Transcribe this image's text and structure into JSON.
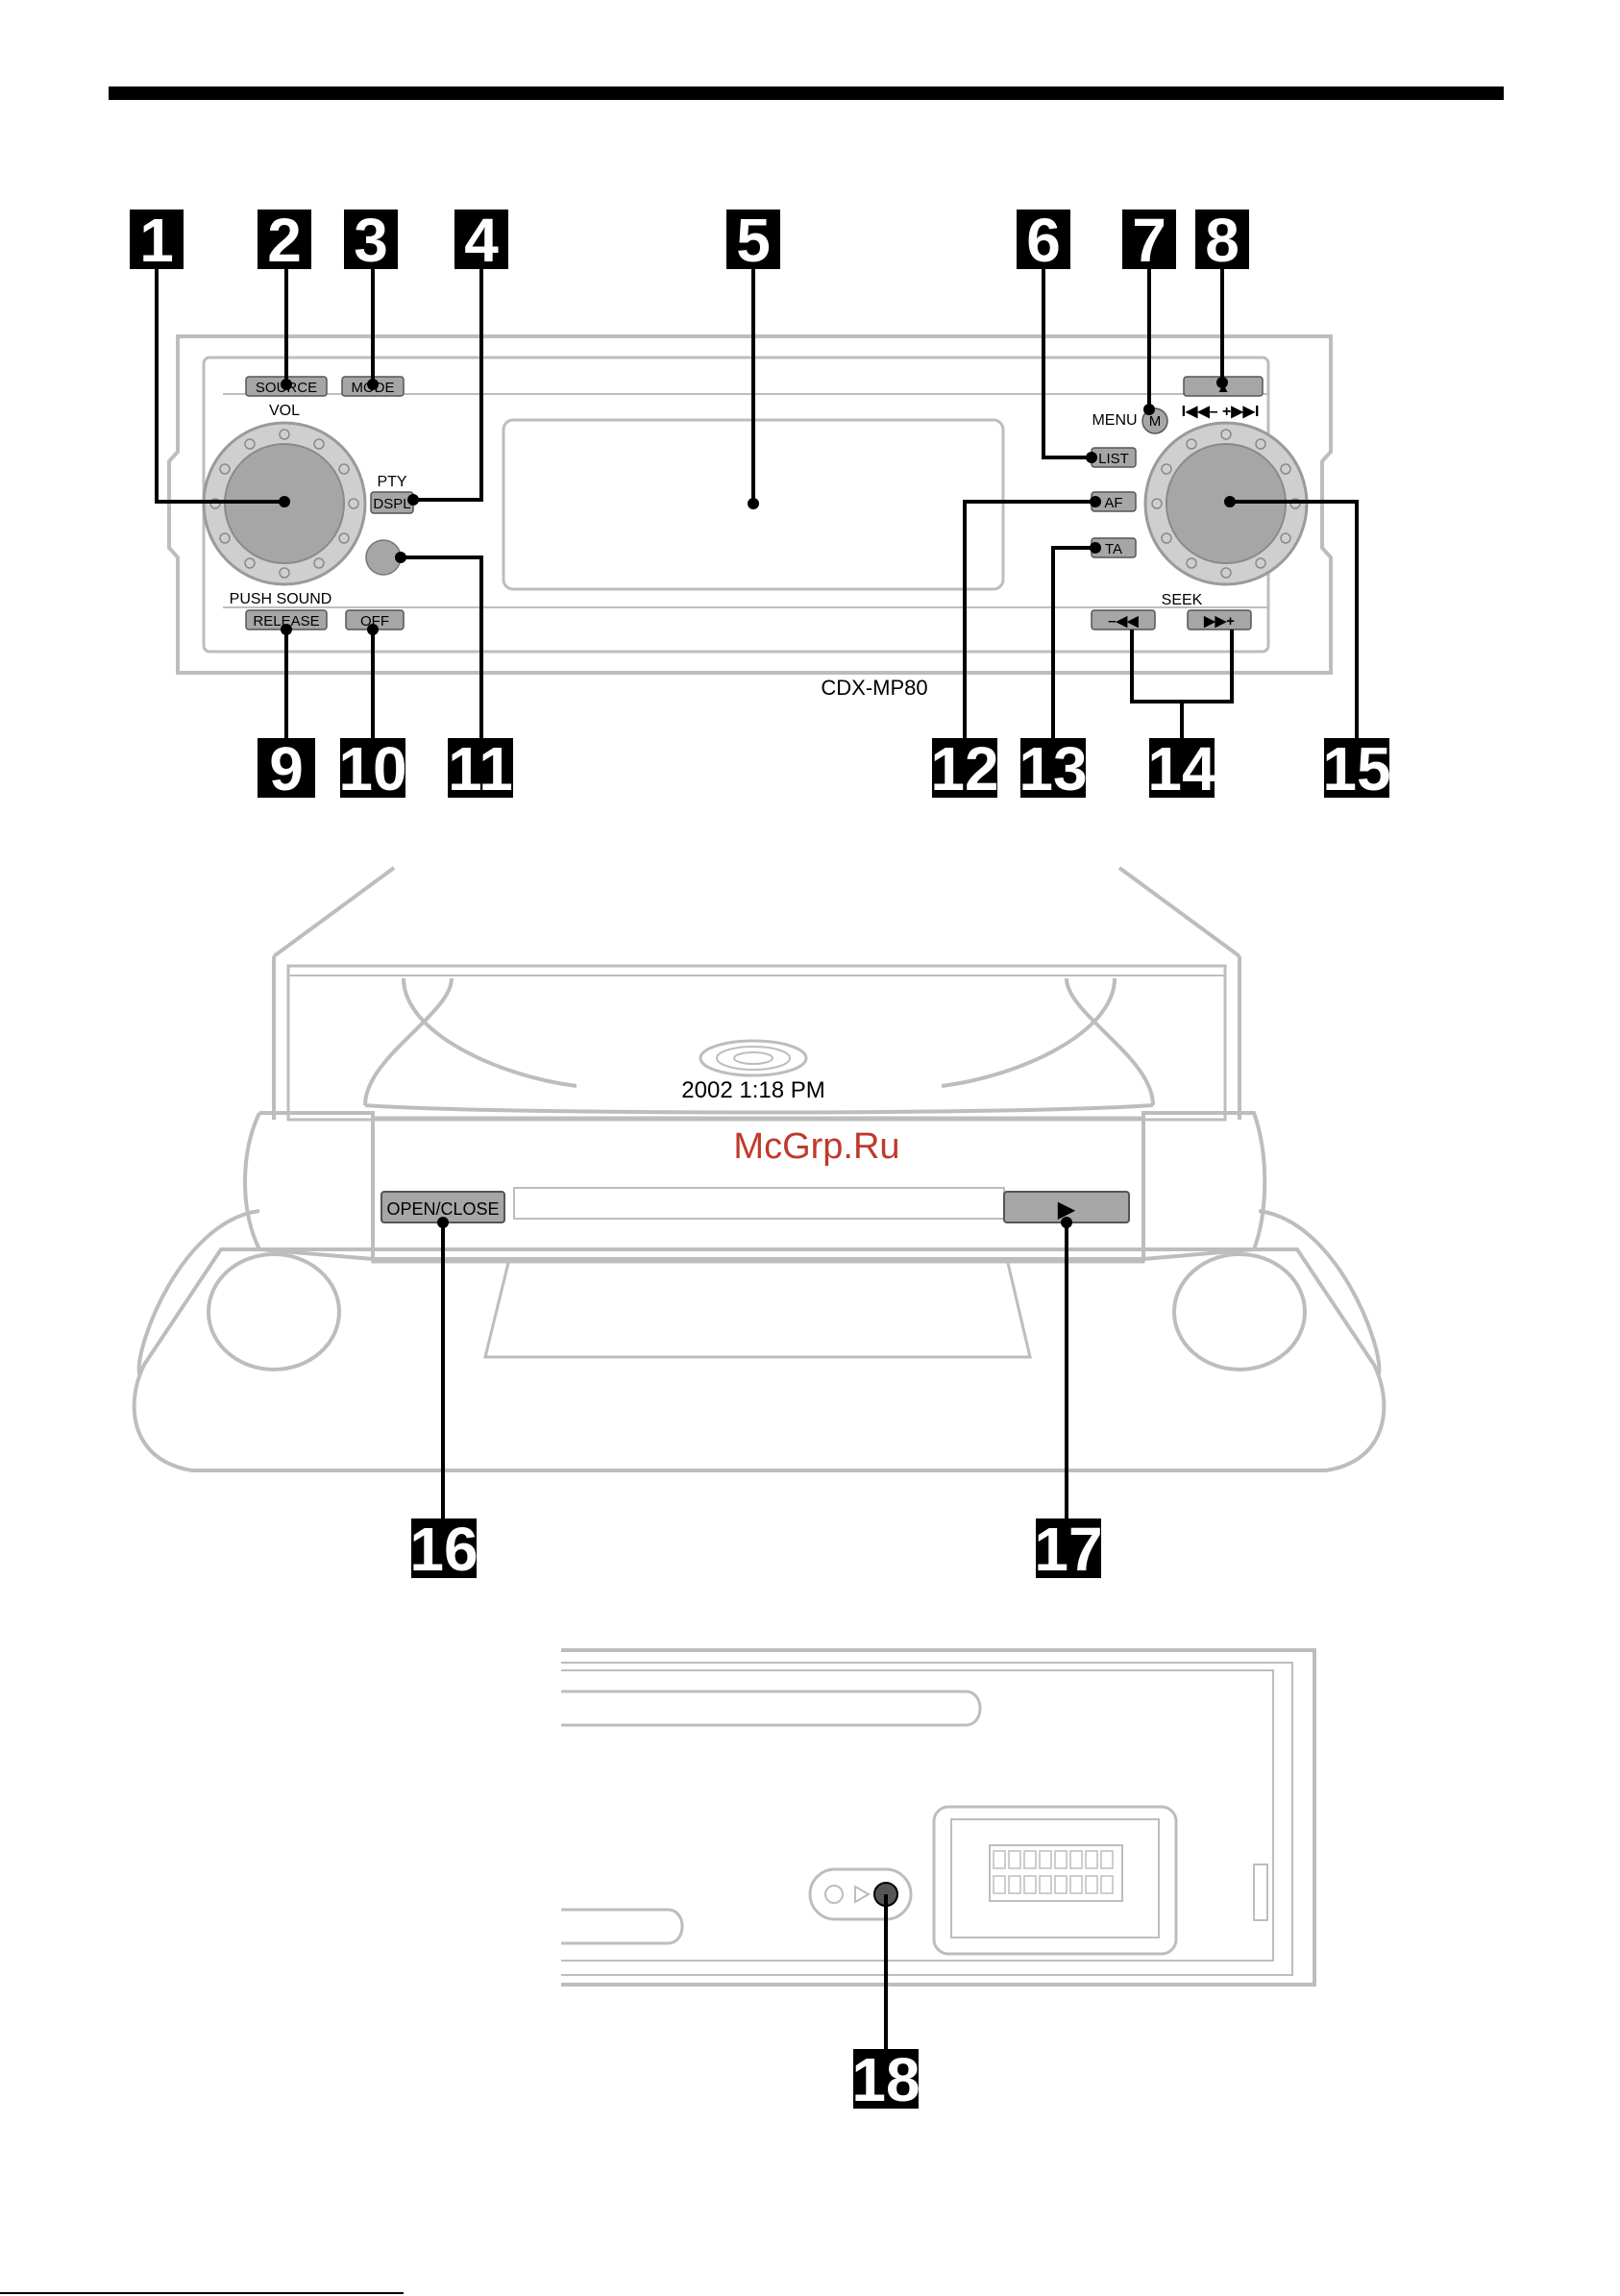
{
  "callouts": [
    "1",
    "2",
    "3",
    "4",
    "5",
    "6",
    "7",
    "8",
    "9",
    "10",
    "11",
    "12",
    "13",
    "14",
    "15",
    "16",
    "17",
    "18"
  ],
  "front_panel": {
    "model": "CDX-MP80",
    "source_label": "SOURCE",
    "mode_label": "MODE",
    "vol_label": "VOL",
    "pty_label": "PTY",
    "dspl_label": "DSPL",
    "push_sound_label": "PUSH SOUND",
    "release_label": "RELEASE",
    "off_label": "OFF",
    "menu_label": "MENU",
    "m_label": "M",
    "list_label": "LIST",
    "af_label": "AF",
    "ta_label": "TA",
    "seek_label": "SEEK",
    "track_label": "I◀◀–   +▶▶I",
    "seek_back_label": "–◀◀",
    "seek_fwd_label": "▶▶+",
    "eject_symbol": "▲"
  },
  "cd_unit": {
    "open_close_label": "OPEN/CLOSE",
    "play_symbol": "▶",
    "disc_caption": "2002  1:18 PM"
  },
  "watermark": "McGrp.Ru",
  "colors": {
    "panel_outline": "#bdbdbd",
    "button_fill": "#a6a6a6",
    "callout_bg": "#000000",
    "watermark": "#c0392b"
  }
}
